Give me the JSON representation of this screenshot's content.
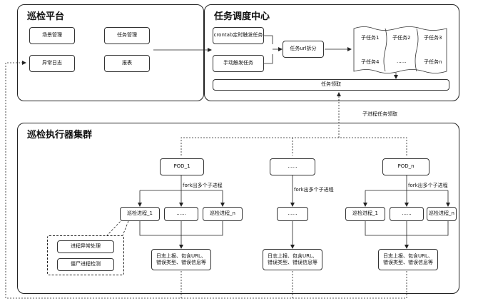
{
  "patrol_platform": {
    "title": "巡检平台",
    "scene_mgmt": "场景管理",
    "task_mgmt": "任务管理",
    "exception_log": "异常日志",
    "report": "报表"
  },
  "task_center": {
    "title": "任务调度中心",
    "crontab_trigger": "crontab定时触发任务",
    "manual_trigger": "手动触发任务",
    "url_split": "任务url拆分",
    "subtasks": [
      "子任务1",
      "子任务2",
      "子任务3",
      "子任务4",
      "......",
      "子任务n"
    ],
    "task_fetch": "任务领取"
  },
  "subprocess_fetch_label": "子进程任务领取",
  "executor_cluster": {
    "title": "巡检执行器集群",
    "pods": [
      {
        "name": "POD_1",
        "fork_label": "fork出多个子进程",
        "processes": [
          "巡检进程_1",
          "......",
          "巡检进程_n"
        ],
        "log": "日志上报、包含URL、错误类型、错误信息等"
      },
      {
        "name": "......",
        "fork_label": "fork出多个子进程",
        "processes": [
          "......"
        ],
        "log": "日志上报、包含URL、错误类型、错误信息等"
      },
      {
        "name": "POD_n",
        "fork_label": "fork出多个子进程",
        "processes": [
          "巡检进程_1",
          "......",
          "巡检进程_n"
        ],
        "log": "日志上报、包含URL、错误类型、错误信息等"
      }
    ],
    "process_exception": "进程异常处理",
    "zombie_detection": "僵尸进程检测"
  },
  "colors": {
    "line": "#222222",
    "panel_border": "#222222",
    "background": "#ffffff"
  }
}
